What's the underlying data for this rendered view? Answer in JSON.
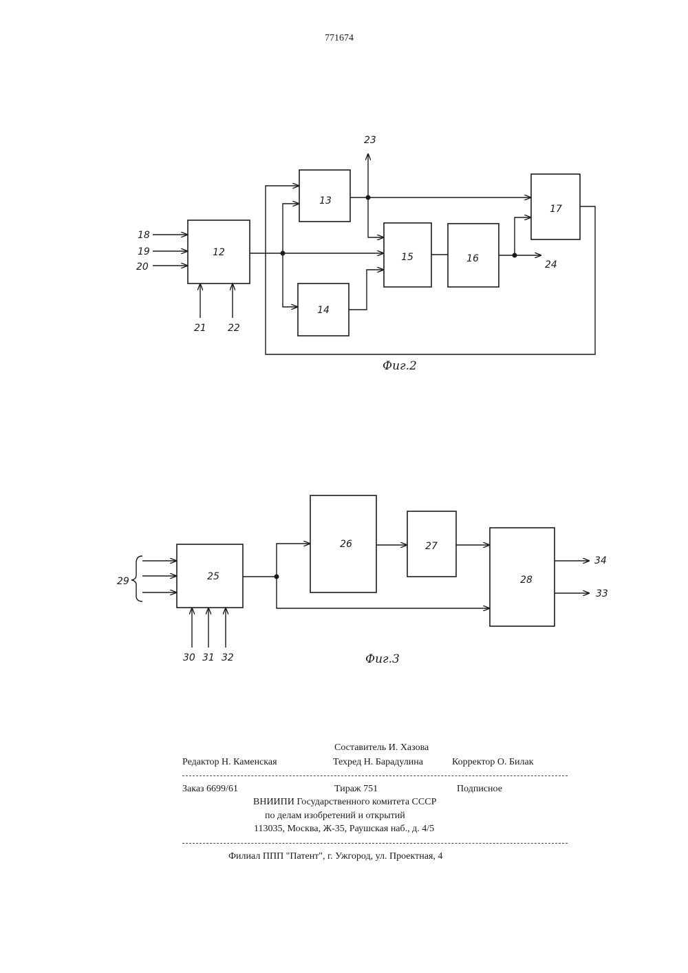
{
  "header": {
    "patent_number": "771674"
  },
  "fig2": {
    "caption": "Фиг.2",
    "blocks": {
      "b12": "12",
      "b13": "13",
      "b14": "14",
      "b15": "15",
      "b16": "16",
      "b17": "17"
    },
    "terminals": {
      "t18": "18",
      "t19": "19",
      "t20": "20",
      "t21": "21",
      "t22": "22",
      "t23": "23",
      "t24": "24"
    }
  },
  "fig3": {
    "caption": "Фиг.3",
    "blocks": {
      "b25": "25",
      "b26": "26",
      "b27": "27",
      "b28": "28"
    },
    "terminals": {
      "t29": "29",
      "t30": "30",
      "t31": "31",
      "t32": "32",
      "t33": "33",
      "t34": "34"
    }
  },
  "imprint": {
    "compiler": "Составитель И. Хазова",
    "editor": "Редактор Н. Каменская",
    "tech_editor": "Техред Н. Барадулина",
    "corrector": "Корректор О. Билак",
    "order": "Заказ 6699/61",
    "circulation": "Тираж 751",
    "subscription": "Подписное",
    "org_line1": "ВНИИПИ Государственного комитета СССР",
    "org_line2": "по делам изобретений и открытий",
    "address": "113035, Москва, Ж-35, Раушская наб., д. 4/5",
    "branch": "Филиал ППП \"Патент\", г. Ужгород, ул. Проектная, 4"
  }
}
